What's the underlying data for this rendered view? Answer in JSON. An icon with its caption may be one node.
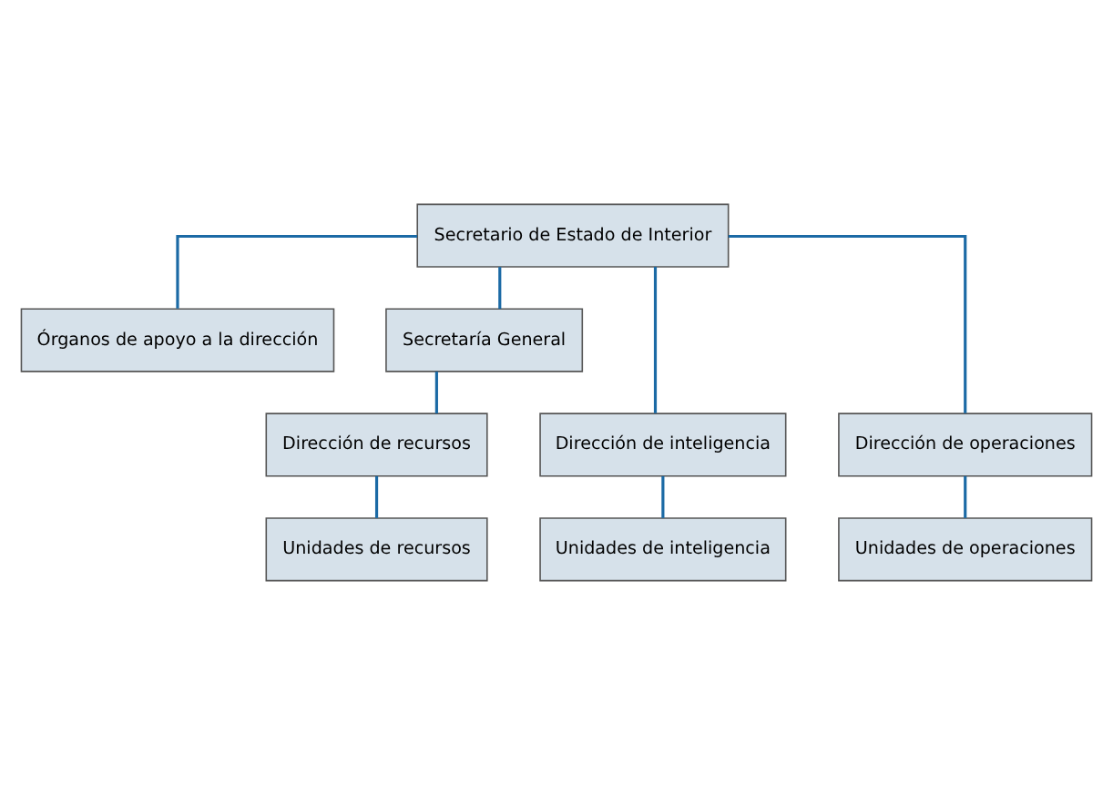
{
  "diagram": {
    "nodes": [
      {
        "text": [
          "Secretario de Estado de Interior"
        ]
      },
      {
        "text": [
          "Órganos de apoyo a la dirección"
        ]
      },
      {
        "text": [
          "Secretaría General"
        ]
      },
      {
        "text": [
          "Dirección de recursos"
        ]
      },
      {
        "text": [
          "Dirección de inteligencia"
        ]
      },
      {
        "text": [
          "Dirección de operaciones"
        ]
      },
      {
        "text": [
          "Unidades de recursos"
        ]
      },
      {
        "text": [
          "Unidades de inteligencia"
        ]
      },
      {
        "text": [
          "Unidades de operaciones"
        ]
      }
    ],
    "edges": [
      {
        "from": 0,
        "to": 1,
        "arrow": "none"
      },
      {
        "from": 0,
        "to": 2,
        "arrow": "none"
      },
      {
        "from": 0,
        "to": 4,
        "arrow": "none"
      },
      {
        "from": 0,
        "to": 5,
        "arrow": "none"
      },
      {
        "from": 2,
        "to": 3,
        "arrow": "none"
      },
      {
        "from": 3,
        "to": 6,
        "arrow": "none"
      },
      {
        "from": 4,
        "to": 7,
        "arrow": "none"
      },
      {
        "from": 5,
        "to": 8,
        "arrow": "none"
      }
    ]
  }
}
